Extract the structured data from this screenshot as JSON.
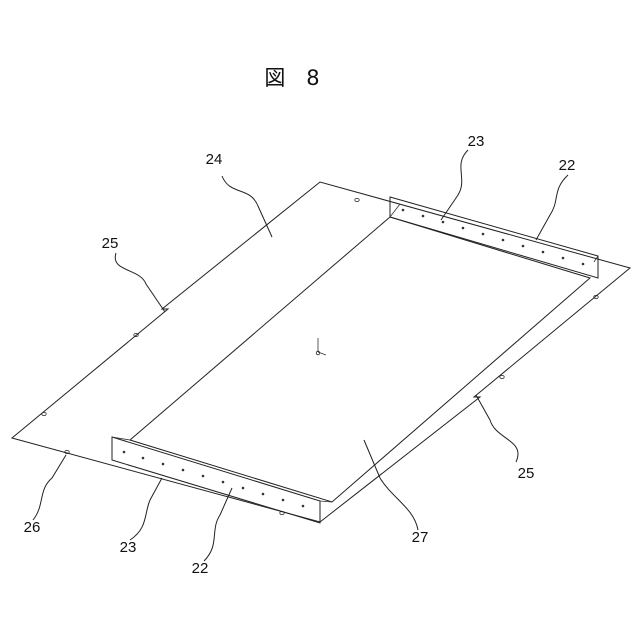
{
  "figure": {
    "title": "図　8"
  },
  "labels": {
    "l22_top": "22",
    "l23_top": "23",
    "l24": "24",
    "l25_left": "25",
    "l25_right": "25",
    "l26": "26",
    "l23_bottom": "23",
    "l22_bottom": "22",
    "l27": "27"
  }
}
